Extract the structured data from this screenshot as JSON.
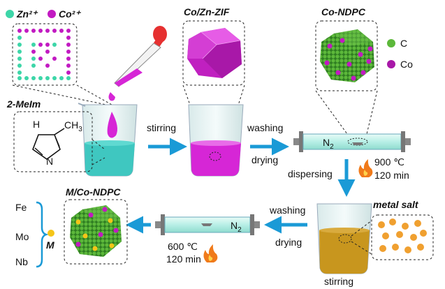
{
  "legend_top": {
    "zn": "Zn²⁺",
    "co": "Co²⁺"
  },
  "titles": {
    "zif": "Co/Zn-ZIF",
    "ndpc": "Co-NDPC",
    "ligand": "2-MeIm",
    "metal_salt": "metal salt",
    "product": "M/Co-NDPC"
  },
  "legend_right": {
    "c": "C",
    "co": "Co"
  },
  "steps": {
    "stirring_1": "stirring",
    "washing_1": "washing",
    "drying_1": "drying",
    "dispersing": "dispersing",
    "washing_2": "washing",
    "drying_2": "drying",
    "stirring_2": "stirring"
  },
  "conditions": {
    "temp_1": "900 ℃",
    "time_1": "120 min",
    "temp_2": "600 ℃",
    "time_2": "120 min"
  },
  "gas": {
    "n": "N",
    "sub": "2"
  },
  "molecule": {
    "h": "H",
    "n_ring": "N",
    "ch3": "CH",
    "ch3_sub": "3"
  },
  "metals": {
    "fe": "Fe",
    "mo": "Mo",
    "nb": "Nb",
    "m": "M"
  },
  "colors": {
    "zn": "#3dd6a8",
    "co": "#c21ac2",
    "teal": "#3fc7c0",
    "magenta": "#d626d6",
    "carbon": "#3a8f2a",
    "salt": "#c8961e",
    "arrow": "#1a9ad6",
    "flame": "#f07a1a",
    "metal_dot": "#f5c518"
  }
}
